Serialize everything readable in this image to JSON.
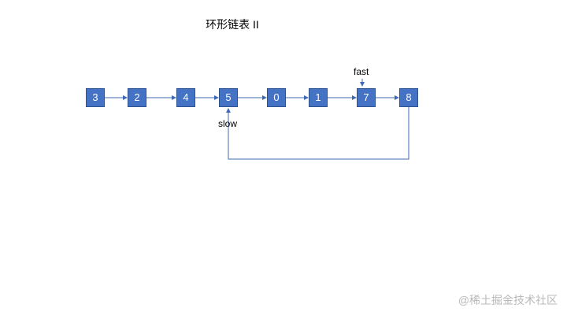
{
  "title": "环形链表 II",
  "nodes": [
    "3",
    "2",
    "4",
    "5",
    "0",
    "1",
    "7",
    "8"
  ],
  "pointers": {
    "fast": "fast",
    "slow": "slow"
  },
  "cycle": {
    "from_node": "8",
    "to_node": "5"
  },
  "colors": {
    "node_fill": "#4472c4",
    "node_border": "#2f528f",
    "edge": "#3f69b3"
  },
  "watermark": "@稀土掘金技术社区"
}
